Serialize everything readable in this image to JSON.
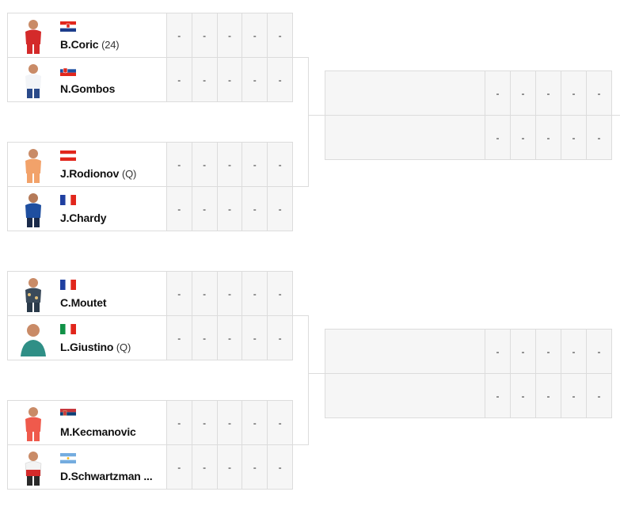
{
  "score_placeholder": "-",
  "round1": [
    {
      "players": [
        {
          "name": "B.Coric",
          "tag": "(24)",
          "flag": "croatia-flag",
          "scores": [
            "-",
            "-",
            "-",
            "-",
            "-"
          ]
        },
        {
          "name": "N.Gombos",
          "tag": "",
          "flag": "slovakia-flag",
          "scores": [
            "-",
            "-",
            "-",
            "-",
            "-"
          ]
        }
      ]
    },
    {
      "players": [
        {
          "name": "J.Rodionov",
          "tag": "(Q)",
          "flag": "austria-flag",
          "scores": [
            "-",
            "-",
            "-",
            "-",
            "-"
          ]
        },
        {
          "name": "J.Chardy",
          "tag": "",
          "flag": "france-flag",
          "scores": [
            "-",
            "-",
            "-",
            "-",
            "-"
          ]
        }
      ]
    },
    {
      "players": [
        {
          "name": "C.Moutet",
          "tag": "",
          "flag": "france-flag",
          "scores": [
            "-",
            "-",
            "-",
            "-",
            "-"
          ]
        },
        {
          "name": "L.Giustino",
          "tag": "(Q)",
          "flag": "italy-flag",
          "scores": [
            "-",
            "-",
            "-",
            "-",
            "-"
          ]
        }
      ]
    },
    {
      "players": [
        {
          "name": "M.Kecmanovic",
          "tag": "",
          "flag": "serbia-flag",
          "scores": [
            "-",
            "-",
            "-",
            "-",
            "-"
          ]
        },
        {
          "name": "D.Schwartzman ...",
          "tag": "",
          "flag": "argentina-flag",
          "scores": [
            "-",
            "-",
            "-",
            "-",
            "-"
          ]
        }
      ]
    }
  ],
  "round2": [
    {
      "players": [
        {
          "name": "",
          "scores": [
            "-",
            "-",
            "-",
            "-",
            "-"
          ]
        },
        {
          "name": "",
          "scores": [
            "-",
            "-",
            "-",
            "-",
            "-"
          ]
        }
      ]
    },
    {
      "players": [
        {
          "name": "",
          "scores": [
            "-",
            "-",
            "-",
            "-",
            "-"
          ]
        },
        {
          "name": "",
          "scores": [
            "-",
            "-",
            "-",
            "-",
            "-"
          ]
        }
      ]
    }
  ],
  "colors": {
    "border": "#dcdcdc",
    "score_bg": "#f6f6f6"
  }
}
